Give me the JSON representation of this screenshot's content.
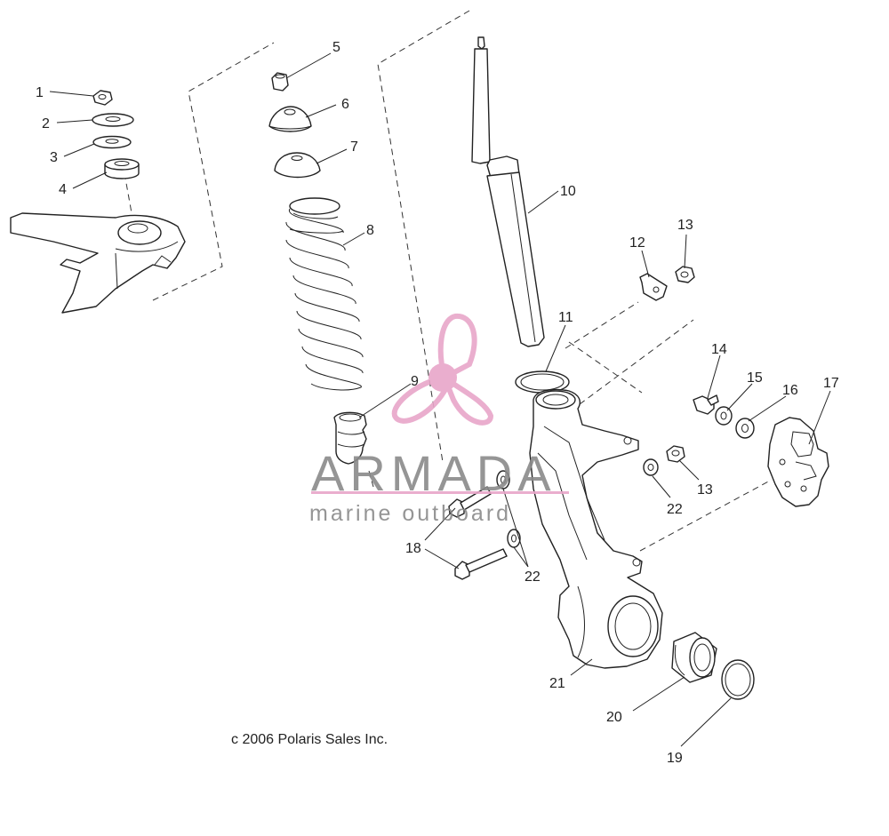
{
  "callouts": [
    {
      "id": "c1",
      "label": "1"
    },
    {
      "id": "c2",
      "label": "2"
    },
    {
      "id": "c3",
      "label": "3"
    },
    {
      "id": "c4",
      "label": "4"
    },
    {
      "id": "c5",
      "label": "5"
    },
    {
      "id": "c6",
      "label": "6"
    },
    {
      "id": "c7",
      "label": "7"
    },
    {
      "id": "c8",
      "label": "8"
    },
    {
      "id": "c9",
      "label": "9"
    },
    {
      "id": "c10",
      "label": "10"
    },
    {
      "id": "c11",
      "label": "11"
    },
    {
      "id": "c12",
      "label": "12"
    },
    {
      "id": "c13a",
      "label": "13"
    },
    {
      "id": "c13b",
      "label": "13"
    },
    {
      "id": "c14",
      "label": "14"
    },
    {
      "id": "c15",
      "label": "15"
    },
    {
      "id": "c16",
      "label": "16"
    },
    {
      "id": "c17",
      "label": "17"
    },
    {
      "id": "c18",
      "label": "18"
    },
    {
      "id": "c19",
      "label": "19"
    },
    {
      "id": "c20",
      "label": "20"
    },
    {
      "id": "c21",
      "label": "21"
    },
    {
      "id": "c22a",
      "label": "22"
    },
    {
      "id": "c22b",
      "label": "22"
    }
  ],
  "copyright": "c 2006 Polaris Sales Inc.",
  "watermark": {
    "brand": "ARMADA",
    "tagline": "marine outboard",
    "brand_color": "#e8a6c9",
    "text_color": "#8a8a8a"
  }
}
